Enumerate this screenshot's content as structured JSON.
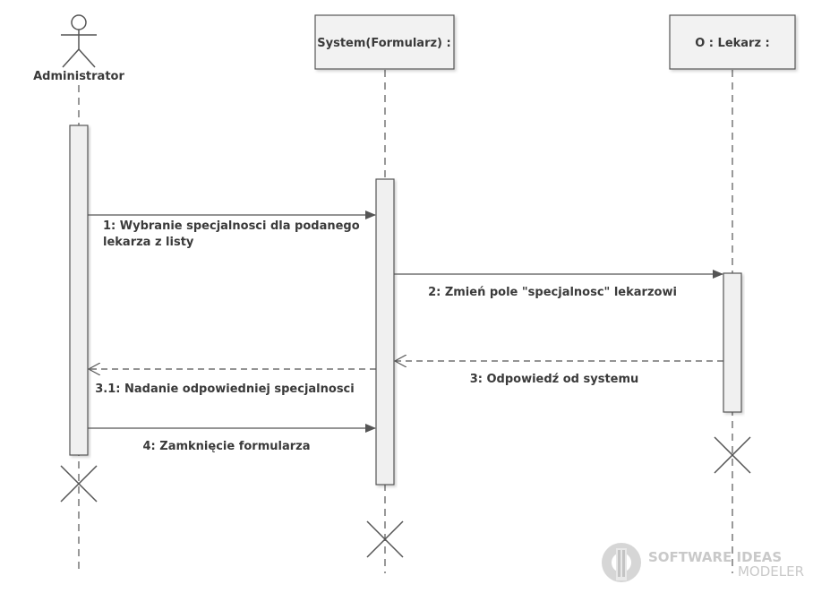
{
  "diagram": {
    "actor": {
      "name": "Administrator"
    },
    "participants": [
      {
        "name": "System(Formularz) :"
      },
      {
        "name": "O : Lekarz  :"
      }
    ],
    "messages": [
      {
        "label_line1": "1: Wybranie specjalnosci dla podanego",
        "label_line2": "lekarza z listy",
        "kind": "sync"
      },
      {
        "label": "2: Zmień pole \"specjalnosc\"  lekarzowi",
        "kind": "sync"
      },
      {
        "label": "3: Odpowiedź od systemu",
        "kind": "return"
      },
      {
        "label": "3.1: Nadanie odpowiedniej specjalnosci",
        "kind": "return"
      },
      {
        "label": "4: Zamknięcie formularza",
        "kind": "sync"
      }
    ],
    "colors": {
      "line": "#555555",
      "activation_fill": "#f0f0f0",
      "header_fill": "#f2f2f2",
      "text": "#3a3a3a",
      "watermark": "#c9c9c9"
    }
  },
  "watermark": {
    "line1": "SOFTWARE IDEAS",
    "line2": "MODELER"
  }
}
